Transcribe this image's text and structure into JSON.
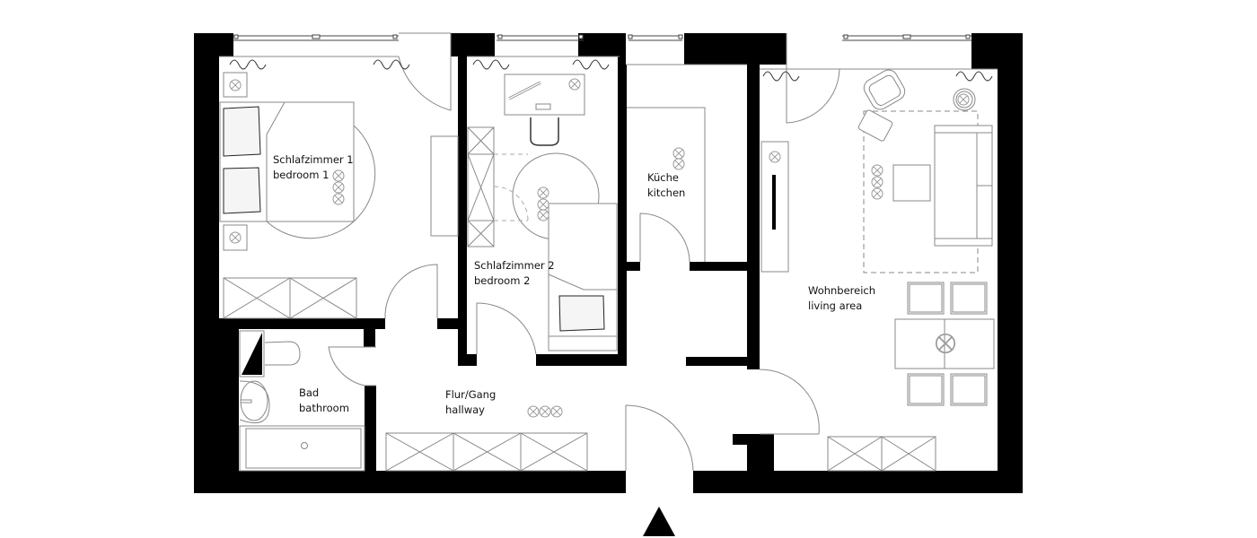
{
  "plan": {
    "type": "apartment floor plan",
    "background": "#ffffff",
    "wall_color": "#000000",
    "line_color": "#808080",
    "entrance_marker": "triangle-up"
  },
  "rooms": [
    {
      "id": "bedroom1",
      "label_de": "Schlafzimmer 1",
      "label_en": "bedroom 1"
    },
    {
      "id": "bedroom2",
      "label_de": "Schlafzimmer 2",
      "label_en": "bedroom 2"
    },
    {
      "id": "kitchen",
      "label_de": "Küche",
      "label_en": "kitchen"
    },
    {
      "id": "living",
      "label_de": "Wohnbereich",
      "label_en": "living area"
    },
    {
      "id": "bathroom",
      "label_de": "Bad",
      "label_en": "bathroom"
    },
    {
      "id": "hallway",
      "label_de": "Flur/Gang",
      "label_en": "hallway"
    }
  ],
  "legend": {
    "lamp_symbol": "circle-x",
    "wardrobe_symbol": "box-x",
    "radiator_symbol": "wave"
  }
}
